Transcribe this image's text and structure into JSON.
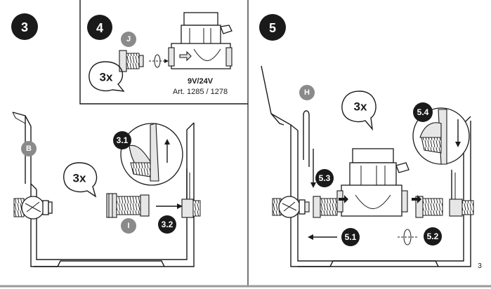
{
  "steps": {
    "s3": "3",
    "s4": "4",
    "s5": "5",
    "s3_1": "3.1",
    "s3_2": "3.2",
    "s5_1": "5.1",
    "s5_2": "5.2",
    "s5_3": "5.3",
    "s5_4": "5.4"
  },
  "parts": {
    "b": "B",
    "i": "I",
    "j": "J",
    "h": "H"
  },
  "quantities": {
    "step3": "3x",
    "step4": "3x",
    "step5": "3x"
  },
  "solenoid": {
    "voltage": "9V/24V",
    "article": "Art. 1285 / 1278"
  },
  "page_number": "3"
}
